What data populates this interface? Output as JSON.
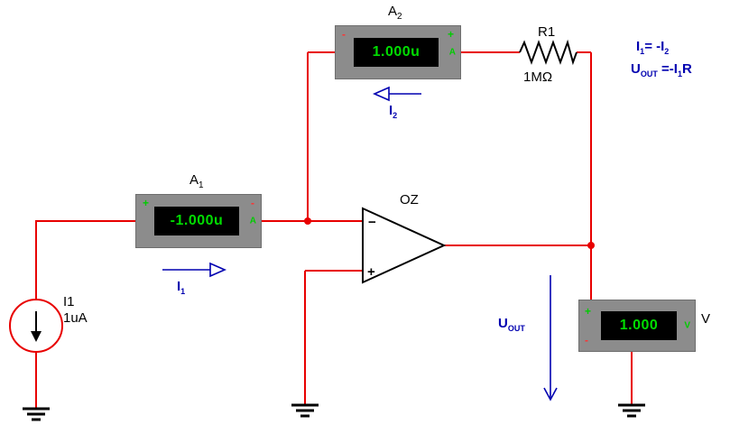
{
  "colors": {
    "wire_red": "#e80000",
    "annotation_blue": "#0000b0",
    "lcd_green": "#00dd00",
    "meter_gray": "#8c8c8c",
    "polarity_plus_green": "#00cc00",
    "polarity_minus_red": "#ff3232"
  },
  "meters": {
    "a1": {
      "label_base": "A",
      "label_sub": "1",
      "reading": "-1.000u",
      "mark_left": "+",
      "mark_right": "-",
      "unit": "A"
    },
    "a2": {
      "label_base": "A",
      "label_sub": "2",
      "reading": "1.000u",
      "mark_left": "-",
      "mark_right": "+",
      "unit": "A"
    },
    "v": {
      "label": "V",
      "reading": "1.000",
      "mark_top": "+",
      "mark_bottom": "-",
      "unit": "V"
    }
  },
  "components": {
    "resistor": {
      "name": "R1",
      "value": "1MΩ"
    },
    "current_source": {
      "name": "I1",
      "value": "1uA"
    },
    "opamp": {
      "name": "OZ",
      "minus_pin": "−",
      "plus_pin": "+"
    }
  },
  "annotations": {
    "i1_arrow": {
      "base": "I",
      "sub": "1"
    },
    "i2_arrow": {
      "base": "I",
      "sub": "2"
    },
    "uout_arrow": {
      "base": "U",
      "sub": "OUT"
    },
    "eq1": {
      "p1": "I",
      "s1": "1",
      "p2": "= -I",
      "s2": "2"
    },
    "eq2": {
      "p1": "U",
      "s1": "OUT",
      "p2": " =-I",
      "s2": "1",
      "p3": "R"
    }
  }
}
